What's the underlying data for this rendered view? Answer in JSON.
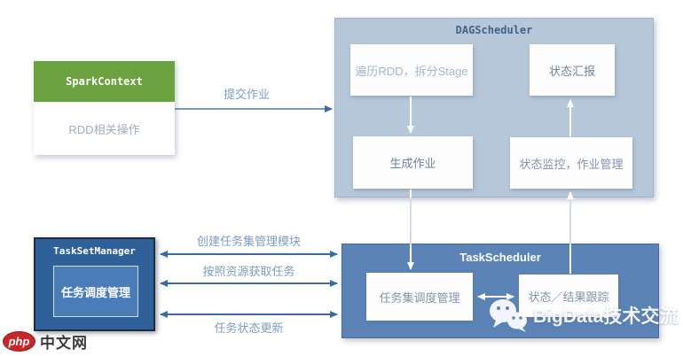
{
  "spark_context": {
    "title": "SparkContext",
    "body": "RDD相关操作"
  },
  "dag_scheduler": {
    "title": "DAGScheduler",
    "traverse": "遍历RDD，拆分Stage",
    "status_report": "状态汇报",
    "generate_job": "生成作业",
    "status_monitor": "状态监控，作业管理"
  },
  "task_set_manager": {
    "title": "TaskSetManager",
    "inner": "任务调度管理"
  },
  "task_scheduler": {
    "title": "TaskScheduler",
    "taskset_scheduling": "任务集调度管理",
    "status_result_tracking": "状态／结果跟踪"
  },
  "edges": {
    "submit_job": "提交作业",
    "create_taskset_module": "创建任务集管理模块",
    "fetch_tasks_by_resource": "按照资源获取任务",
    "task_status_update": "任务状态更新"
  },
  "watermark": {
    "icon": "wechat-logo",
    "text": "BigData技术交流"
  },
  "site": {
    "badge": "php",
    "name": "中文网"
  },
  "colors": {
    "spark_green": "#6ba23f",
    "dag_background": "#b6c7da",
    "task_scheduler_blue": "#5b83b5",
    "task_set_manager_blue": "#30609a",
    "inner_box_blue": "#4a7db8",
    "arrow_blue": "#3a6ba3",
    "edge_label_blue": "#7d9cbf",
    "logo_red": "#c5272d"
  }
}
